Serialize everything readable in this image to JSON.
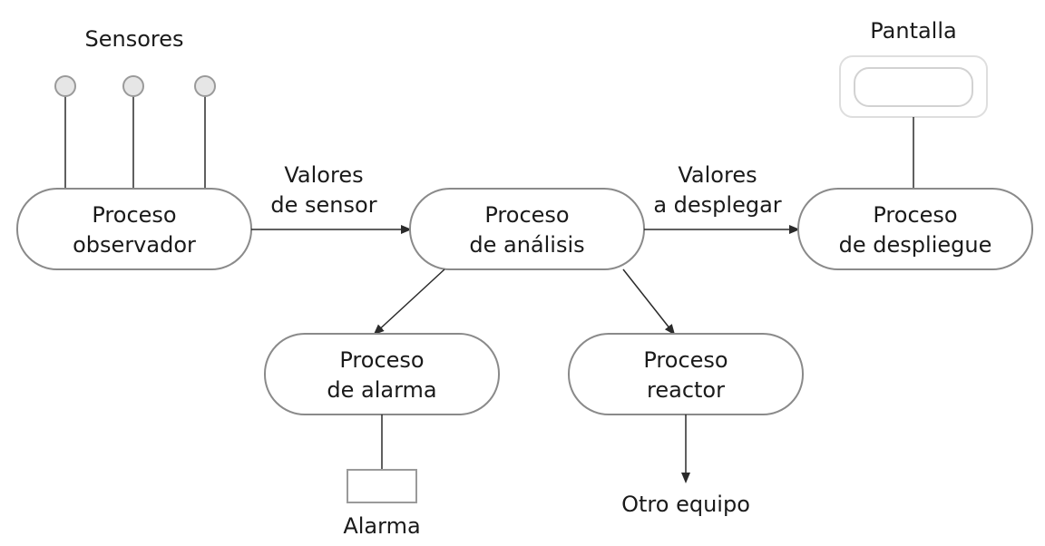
{
  "sensors": {
    "label": "Sensores"
  },
  "display": {
    "label": "Pantalla"
  },
  "alarm": {
    "label": "Alarma"
  },
  "other_equipment": {
    "label": "Otro equipo"
  },
  "processes": {
    "observer": {
      "line1": "Proceso",
      "line2": "observador"
    },
    "analysis": {
      "line1": "Proceso",
      "line2": "de análisis"
    },
    "display": {
      "line1": "Proceso",
      "line2": "de despliegue"
    },
    "alarm": {
      "line1": "Proceso",
      "line2": "de alarma"
    },
    "reactor": {
      "line1": "Proceso",
      "line2": "reactor"
    }
  },
  "edges": {
    "sensor_values": {
      "line1": "Valores",
      "line2": "de sensor"
    },
    "display_values": {
      "line1": "Valores",
      "line2": "a desplegar"
    }
  },
  "colors": {
    "node_stroke": "#8a8a8a",
    "line": "#2b2b2b",
    "sensor_fill": "#e6e6e6"
  }
}
